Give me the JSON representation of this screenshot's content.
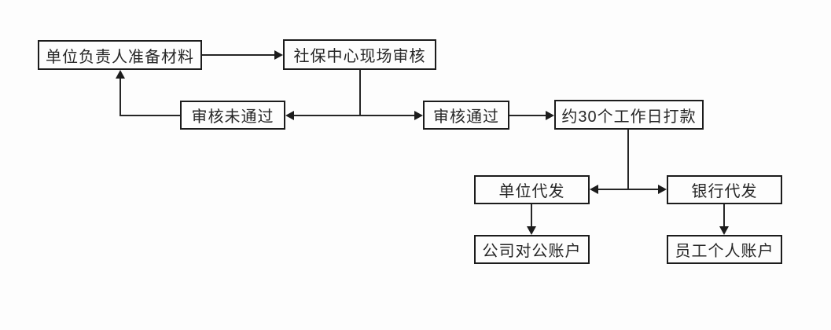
{
  "diagram": {
    "type": "flowchart",
    "background_color": "#fdfdfd",
    "line_color": "#262626",
    "box_border_color": "#1c1c1c",
    "nodes": {
      "prepare": {
        "label": "单位负责人准备材料"
      },
      "onsite_review": {
        "label": "社保中心现场审核"
      },
      "review_failed": {
        "label": "审核未通过"
      },
      "review_passed": {
        "label": "审核通过"
      },
      "payment": {
        "label": "约30个工作日打款"
      },
      "company_dist": {
        "label": "单位代发"
      },
      "bank_dist": {
        "label": "银行代发"
      },
      "company_account": {
        "label": "公司对公账户"
      },
      "employee_account": {
        "label": "员工个人账户"
      }
    },
    "edges": [
      {
        "from": "prepare",
        "to": "onsite_review",
        "style": "arrow"
      },
      {
        "from": "onsite_review",
        "to": "review_failed",
        "style": "arrow"
      },
      {
        "from": "onsite_review",
        "to": "review_passed",
        "style": "arrow"
      },
      {
        "from": "review_failed",
        "to": "prepare",
        "style": "arrow"
      },
      {
        "from": "review_passed",
        "to": "payment",
        "style": "arrow"
      },
      {
        "from": "payment",
        "to": "company_dist",
        "style": "arrow"
      },
      {
        "from": "payment",
        "to": "bank_dist",
        "style": "arrow"
      },
      {
        "from": "company_dist",
        "to": "company_account",
        "style": "arrow"
      },
      {
        "from": "bank_dist",
        "to": "employee_account",
        "style": "arrow"
      }
    ]
  }
}
